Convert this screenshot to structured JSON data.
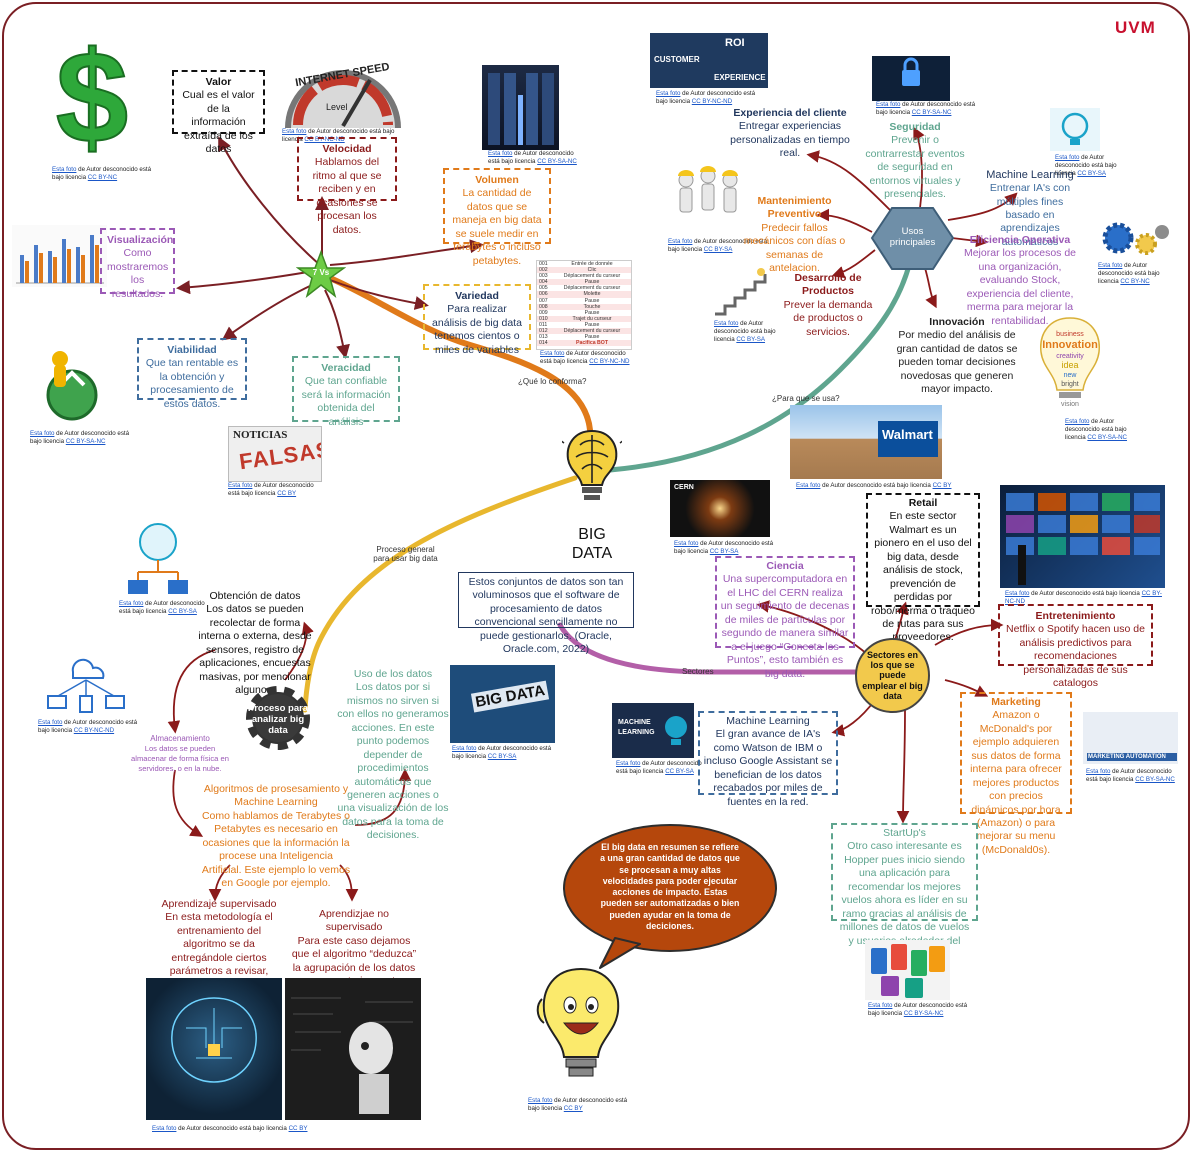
{
  "brand": "UVM",
  "colors": {
    "border": "#7a1f24",
    "brand": "#c8102e",
    "orange": "#e07a1a",
    "teal": "#5fa58f",
    "purple": "#9b59b6",
    "red": "#8b1a1a",
    "yellow": "#f2c94c"
  },
  "center": {
    "title_line1": "BIG",
    "title_line2": "DATA",
    "definition": "Estos conjuntos de datos son tan voluminosos que el software de procesamiento de datos convencional sencillamente no puede gestionarlos. (Oracle, Oracle.com, 2022)"
  },
  "branch_labels": {
    "conforma": "¿Qué lo conforma?",
    "usa": "¿Para que se usa?",
    "proceso": "Proceso general para usar big data",
    "sectores": "Sectores"
  },
  "hub_7vs": "7 Vs",
  "vs": {
    "valor": {
      "title": "Valor",
      "text": "Cual es el valor de la información extraída de los datos"
    },
    "velocidad": {
      "title": "Velocidad",
      "text": "Hablamos del ritmo al que se reciben y en ocasiones se procesan los datos."
    },
    "volumen": {
      "title": "Volumen",
      "text": "La cantidad de datos que se maneja en big data se suele medir en terabytes o incluso petabytes."
    },
    "visualizacion": {
      "title": "Visualización",
      "text": "Como mostraremos los resultados."
    },
    "variedad": {
      "title": "Variedad",
      "text": "Para realizar análisis de big data tenemos cientos o miles de variables"
    },
    "viabilidad": {
      "title": "Viabilidad",
      "text": "Que tan rentable es la obtención y procesamiento de estos datos."
    },
    "veracidad": {
      "title": "Veracidad",
      "text": "Que tan confiable será la información obtenida del análisis"
    }
  },
  "usos": {
    "hub": "Usos principales",
    "experiencia": {
      "title": "Experiencia del cliente",
      "text": "Entregar experiencias personalizadas en tiempo real."
    },
    "seguridad": {
      "title": "Seguridad",
      "text": "Prevenir o contrarrestar eventos de seguridad en entornos virtuales y presenciales."
    },
    "ml": {
      "title": "Machine Learning",
      "text": "Entrenar IA's con múltiples fines basado en aprendizajes automáticos"
    },
    "mantenimiento": {
      "title": "Mantenimiento Preventivo",
      "text": "Predecir fallos mecánicos con días o semanas de antelacion."
    },
    "eficiencia": {
      "title": "Eficiencia Operativa",
      "text": "Mejorar los procesos de una organización, evaluando Stock, experiencia del cliente, merma para mejorar la rentabilidad."
    },
    "desarrollo": {
      "title": "Desarrollo de Productos",
      "text": "Prever la demanda de productos o servicios."
    },
    "innovacion": {
      "title": "Innovación",
      "text": "Por medio del análisis de gran cantidad de datos se pueden tomar decisiones novedosas que generen mayor impacto."
    }
  },
  "sectores": {
    "hub": "Sectores en los que se puede emplear el big data",
    "retail": {
      "title": "Retail",
      "text": "En este sector Walmart es un pionero en el uso del big data, desde análisis de stock, prevención de perdidas por robo/merma o traqueo de rutas para sus proveedores."
    },
    "ciencia": {
      "title": "Ciencia",
      "text": "Una supercomputadora en el LHC del CERN realiza un seguimiento de decenas de miles de partículas por segundo de manera similar a el juego “Conecta los Puntos”, esto también es big data."
    },
    "entretenimiento": {
      "title": "Entretenimiento",
      "text": "Netflix o Spotify hacen uso de análisis predictivos para recomendaciones personalizadas de sus catalogos"
    },
    "marketing": {
      "title": "Marketing",
      "text": "Amazon o McDonald's por ejemplo adquieren sus datos de forma interna para ofrecer mejores productos con precios dinámicos por hora (Amazon) o para mejorar su menu (McDonald0s)."
    },
    "ml": {
      "title": "Machine Learning",
      "text": "El gran avance de IA's como Watson de IBM o incluso Google Assistant se benefician de los datos recabados por miles de fuentes en la red."
    },
    "startup": {
      "title": "StartUp's",
      "text": "Otro caso interesante es Hopper pues inicio siendo una aplicación para recomendar los mejores vuelos ahora es líder en su ramo gracias al análisis de millones de datos de vuelos y usuarios alrededor del mundo."
    }
  },
  "proceso": {
    "hub": "Proceso para analizar big data",
    "obtencion": {
      "title": "Obtención de datos",
      "text": "Los datos se pueden recolectar de forma interna o externa, desde sensores, registro de aplicaciones, encuestas masivas, por mencionar algunos."
    },
    "almacenamiento": {
      "title": "Almacenamiento",
      "text": "Los datos se pueden almacenar de forma física en servidores, o en la nube."
    },
    "uso": {
      "title": "Uso de los datos",
      "text": "Los datos por si mismos no sirven si con ellos no generamos acciones. En este punto podemos depender de procedimientos automáticos que generen acciones o una visualización de los datos para la toma de decisiones."
    },
    "algoritmos": {
      "title": "Algoritmos de prosesamiento y Machine Learning",
      "text": "Como hablamos de Terabytes o Petabytes es necesario en ocasiones que la información la procese una Inteligencia Artificial. Este ejemplo lo vemos en Google por ejemplo."
    },
    "supervisado": {
      "title": "Aprendizaje supervisado",
      "text": "En esta metodología el entrenamiento del algoritmo se da entregándole ciertos parámetros a revisar, comúnmente llamadas ‘preguntas’."
    },
    "no_supervisado": {
      "title": "Aprendizjae no supervisado",
      "text": "Para este caso dejamos que el algoritmo “deduzca” la agrupación de los datos para posteriormente interpretarla."
    }
  },
  "resumen": "El big data en resumen se refiere a una gran cantidad de datos que se procesan a muy altas velocidades para poder ejecutar acciones de impacto. Estas pueden ser automatizadas o bien pueden ayudar en la toma de deciciones.",
  "image_text": {
    "internet": "INTERNET SPEED",
    "level": "Level",
    "roi": "ROI",
    "customer": "CUSTOMER",
    "experience": "EXPERIENCE",
    "noticias": "NOTICIAS",
    "falsas": "FALSAS",
    "walmart": "Walmart",
    "cern": "CERN",
    "bigdata_img": "BIG DATA",
    "ml_img1": "MACHINE",
    "ml_img2": "LEARNING",
    "marketing_auto": "MARKETING AUTOMATION",
    "innovation": "Innovation",
    "business": "business",
    "creativity": "creativity",
    "idea": "idea",
    "new": "new",
    "bright": "bright",
    "vision": "vision"
  },
  "variedad_table": [
    {
      "n": "001",
      "t": "Entrée de donnée"
    },
    {
      "n": "002",
      "t": "Clic"
    },
    {
      "n": "003",
      "t": "Déplacement du curseur"
    },
    {
      "n": "004",
      "t": "Pause"
    },
    {
      "n": "005",
      "t": "Déplacement du curseur"
    },
    {
      "n": "006",
      "t": "Molette"
    },
    {
      "n": "007",
      "t": "Pause"
    },
    {
      "n": "008",
      "t": "Touche"
    },
    {
      "n": "009",
      "t": "Pause"
    },
    {
      "n": "010",
      "t": "Trajet du curseur"
    },
    {
      "n": "011",
      "t": "Pause"
    },
    {
      "n": "012",
      "t": "Déplacement du curseur"
    },
    {
      "n": "013",
      "t": "Pause"
    },
    {
      "n": "014",
      "t": "Pacifica BOT"
    }
  ],
  "credits": {
    "a": "Esta foto",
    "b": " de Autor desconocido está bajo licencia ",
    "cc_by_nc": "CC BY-NC",
    "cc_by_nc_nd": "CC BY-NC-ND",
    "cc_by_sa": "CC BY-SA",
    "cc_by_sa_nc": "CC BY-SA-NC",
    "cc_by": "CC BY"
  }
}
